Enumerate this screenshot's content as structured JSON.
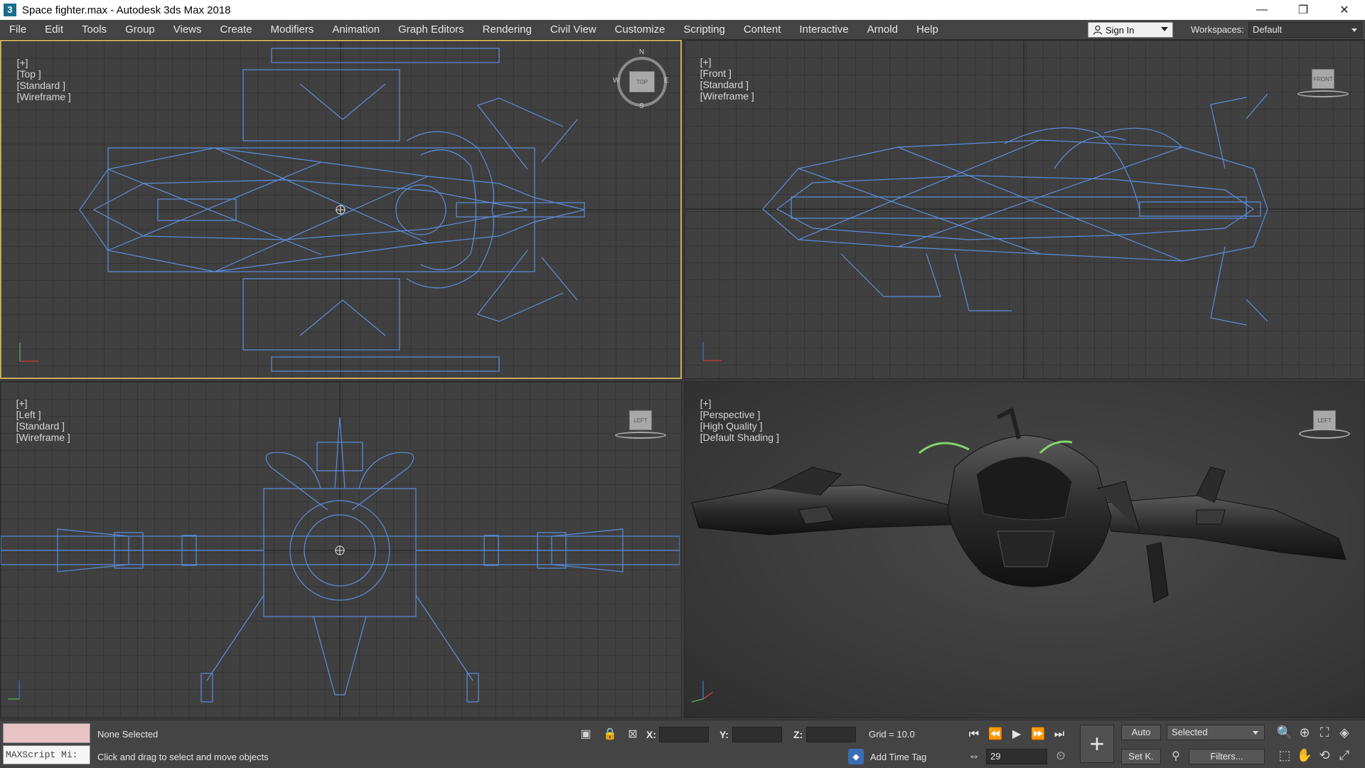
{
  "window": {
    "app_icon": "3",
    "title": "Space fighter.max - Autodesk 3ds Max 2018",
    "minimize_icon": "—",
    "restore_icon": "❐",
    "close_icon": "✕"
  },
  "menu": {
    "items": [
      "File",
      "Edit",
      "Tools",
      "Group",
      "Views",
      "Create",
      "Modifiers",
      "Animation",
      "Graph Editors",
      "Rendering",
      "Civil View",
      "Customize",
      "Scripting",
      "Content",
      "Interactive",
      "Arnold",
      "Help"
    ],
    "sign_in": "Sign In",
    "workspaces_label": "Workspaces:",
    "workspaces_value": "Default"
  },
  "viewports": {
    "top": {
      "label": [
        "[+]",
        "[Top ]",
        "[Standard ]",
        "[Wireframe ]"
      ],
      "viewcube": "TOP",
      "compass": [
        "N",
        "E",
        "S",
        "W"
      ]
    },
    "front": {
      "label": [
        "[+]",
        "[Front ]",
        "[Standard ]",
        "[Wireframe ]"
      ],
      "viewcube": "FRONT"
    },
    "left": {
      "label": [
        "[+]",
        "[Left ]",
        "[Standard ]",
        "[Wireframe ]"
      ],
      "viewcube": "LEFT"
    },
    "perspective": {
      "label": [
        "[+]",
        "[Perspective ]",
        "[High Quality ]",
        "[Default Shading ]"
      ],
      "viewcube": "LEFT"
    }
  },
  "statusbar": {
    "maxscript": "MAXScript Mi:",
    "selection": "None Selected",
    "prompt": "Click and drag to select and move objects",
    "x_label": "X:",
    "y_label": "Y:",
    "z_label": "Z:",
    "grid": "Grid = 10.0",
    "add_time_tag": "Add Time Tag",
    "frame": "29",
    "auto_key": "Auto",
    "set_key": "Set K.",
    "selected_dropdown": "Selected",
    "filters": "Filters..."
  },
  "colors": {
    "wireframe": "#5b8ede",
    "active_border": "#c8aa5a",
    "object_color_swatch": "#e8c3c6"
  }
}
